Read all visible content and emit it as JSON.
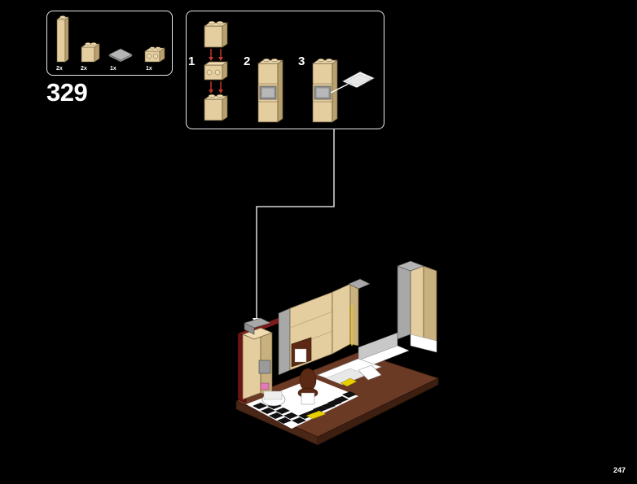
{
  "parts_list": [
    {
      "name": "tan-1x1x3-brick",
      "qty": "2x"
    },
    {
      "name": "tan-1x2-brick",
      "qty": "2x"
    },
    {
      "name": "grey-2x2-tile",
      "qty": "1x"
    },
    {
      "name": "tan-1x2-brick-side-studs",
      "qty": "1x"
    }
  ],
  "step_number": "329",
  "substeps": [
    "1",
    "2",
    "3"
  ],
  "page_number": "247",
  "colors": {
    "background": "#000000",
    "tan": "#e4cd9e",
    "tan_dark": "#b9a06f",
    "grey": "#a0a0a0",
    "arrow": "#c0392b",
    "frame": "#e8e8e8"
  }
}
